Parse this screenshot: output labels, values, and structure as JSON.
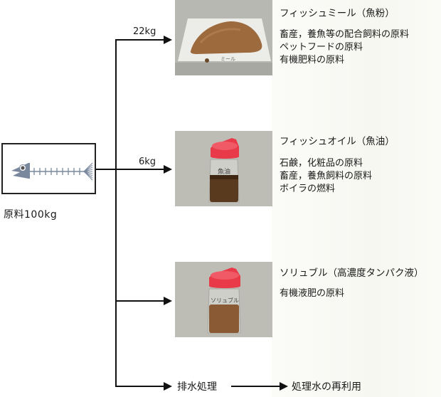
{
  "source": {
    "label": "原料100kg",
    "icon": "fish-bone-icon"
  },
  "colors": {
    "line": "#111111",
    "fish": "#7a889e",
    "cap": "#e83a48",
    "meal": "#9c6a3c",
    "oil": "#5a3a1e",
    "soluble": "#8a5a34"
  },
  "products": [
    {
      "id": "fish-meal",
      "quantity": "22kg",
      "title": "フィッシュミール（魚粉）",
      "photo_caption": "ミール",
      "uses": [
        "畜産，養魚等の配合飼料の原料",
        "ペットフードの原料",
        "有機肥料の原料"
      ]
    },
    {
      "id": "fish-oil",
      "quantity": "6kg",
      "title": "フィッシュオイル（魚油）",
      "photo_caption": "魚油",
      "uses": [
        "石鹸，化粧品の原料",
        "畜産，養魚飼料の原料",
        "ボイラの燃料"
      ]
    },
    {
      "id": "soluble",
      "quantity": "",
      "title": "ソリュブル（高濃度タンパク液）",
      "photo_caption": "ソリュブル",
      "uses": [
        "有機液肥の原料"
      ]
    }
  ],
  "wastewater": {
    "step1": "排水処理",
    "step2": "処理水の再利用"
  }
}
